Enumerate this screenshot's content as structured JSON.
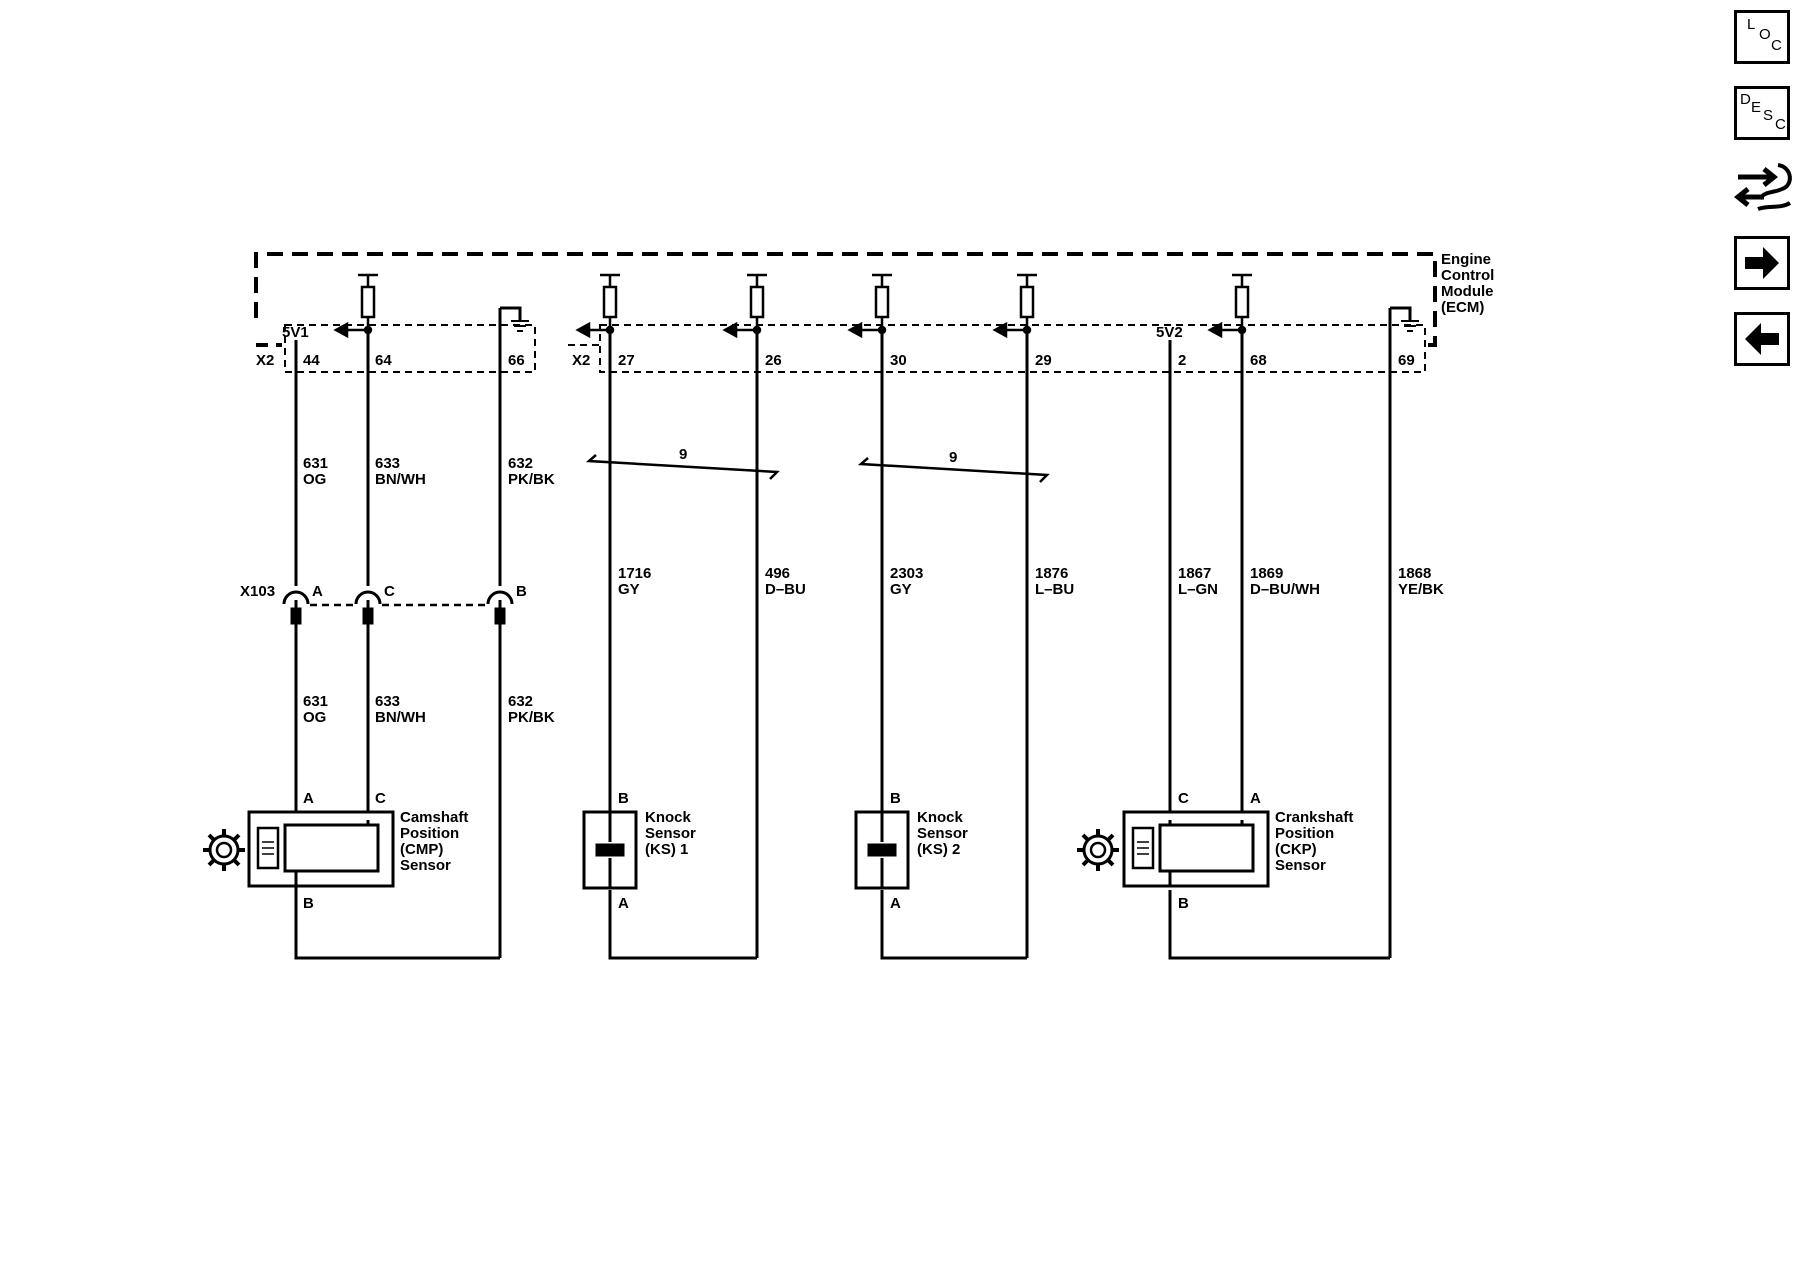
{
  "ecm": {
    "title_lines": [
      "Engine",
      "Control",
      "Module",
      "(ECM)"
    ],
    "voltage_labels": [
      "5V1",
      "5V2"
    ],
    "connector_labels": [
      "X2",
      "X2"
    ],
    "pins": [
      "44",
      "64",
      "66",
      "27",
      "26",
      "30",
      "29",
      "2",
      "68",
      "69"
    ]
  },
  "wires_upper": [
    [
      "631",
      "OG"
    ],
    [
      "633",
      "BN/WH"
    ],
    [
      "632",
      "PK/BK"
    ],
    [
      "1716",
      "GY"
    ],
    [
      "496",
      "D–BU"
    ],
    [
      "2303",
      "GY"
    ],
    [
      "1876",
      "L–BU"
    ],
    [
      "1867",
      "L–GN"
    ],
    [
      "1869",
      "D–BU/WH"
    ],
    [
      "1868",
      "YE/BK"
    ]
  ],
  "wires_lower": [
    [
      "631",
      "OG"
    ],
    [
      "633",
      "BN/WH"
    ],
    [
      "632",
      "PK/BK"
    ]
  ],
  "twist_labels": [
    "9",
    "9"
  ],
  "inline_connector": {
    "name": "X103",
    "cavities": [
      "A",
      "C",
      "B"
    ]
  },
  "cmp_sensor": {
    "lines": [
      "Camshaft",
      "Position",
      "(CMP)",
      "Sensor"
    ],
    "pins": [
      "A",
      "C",
      "B"
    ]
  },
  "ks1": {
    "lines": [
      "Knock",
      "Sensor",
      "(KS) 1"
    ],
    "pins": [
      "B",
      "A"
    ]
  },
  "ks2": {
    "lines": [
      "Knock",
      "Sensor",
      "(KS) 2"
    ],
    "pins": [
      "B",
      "A"
    ]
  },
  "ckp_sensor": {
    "lines": [
      "Crankshaft",
      "Position",
      "(CKP)",
      "Sensor"
    ],
    "pins": [
      "C",
      "A",
      "B"
    ]
  },
  "sidebar": {
    "loc_letters": [
      "L",
      "O",
      "C"
    ],
    "desc_letters": [
      "D",
      "E",
      "S",
      "C"
    ],
    "icons": [
      "connector-tool-icon",
      "arrow-right-icon",
      "arrow-left-icon"
    ]
  }
}
